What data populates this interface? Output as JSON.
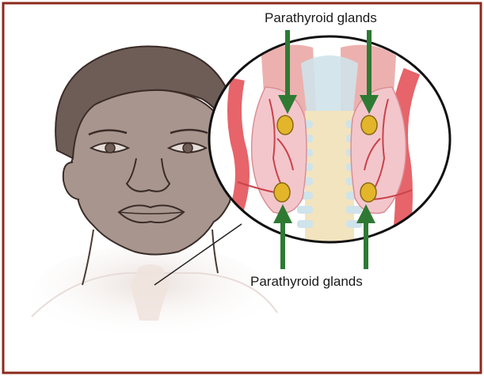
{
  "labels": {
    "top": "Parathyroid glands",
    "bottom": "Parathyroid glands"
  },
  "colors": {
    "frame": "#8b2a1c",
    "arrow": "#2e7a33",
    "skin": "#a8958e",
    "hair": "#6e5d57",
    "gland": "#e2b52a",
    "thyroid": "#f3c6cc",
    "muscle": "#e6646a",
    "spine": "#f2e4bf"
  },
  "icons": [
    "human-head-illustration",
    "magnifier-circle",
    "thyroid-gland-illustration"
  ]
}
